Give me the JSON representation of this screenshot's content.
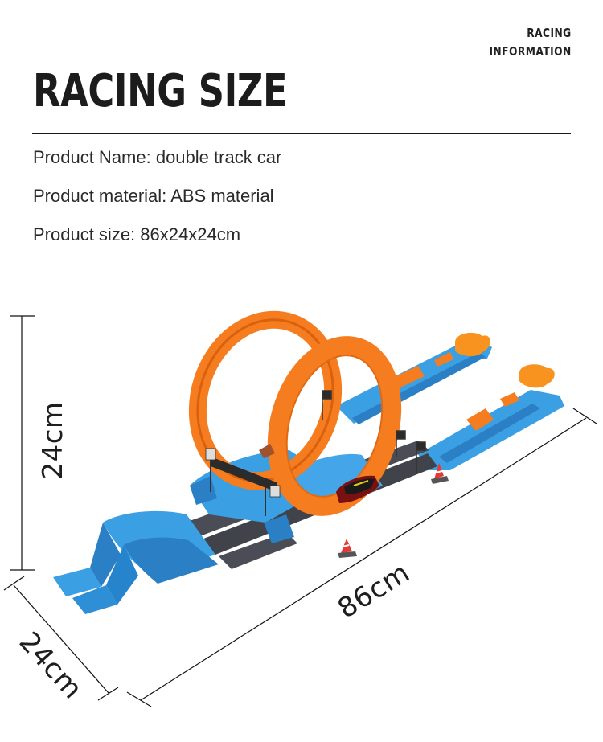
{
  "header": {
    "corner_tag": [
      "RACING",
      "INFORMATION"
    ],
    "title": "RACING SIZE"
  },
  "specs": [
    {
      "label": "Product Name",
      "value": "double track car",
      "text": "Product Name: double track car"
    },
    {
      "label": "Product material",
      "value": "ABS material",
      "text": "Product material: ABS material"
    },
    {
      "label": "Product size",
      "value": "86x24x24cm",
      "text": "Product size: 86x24x24cm"
    }
  ],
  "dimensions": {
    "height": "24cm",
    "depth": "24cm",
    "length": "86cm"
  },
  "product_image": {
    "description": "double loop race track toy with two cars, blue track pieces, orange loops, grey straight sections, launchers and cones",
    "colors": {
      "track_blue": "#3b9fe3",
      "track_blue_dark": "#2b7fc4",
      "loop_orange": "#f57d1f",
      "loop_orange_dark": "#d9600d",
      "road_grey": "#4a4d55",
      "launcher_pad_orange": "#f7931e"
    }
  }
}
